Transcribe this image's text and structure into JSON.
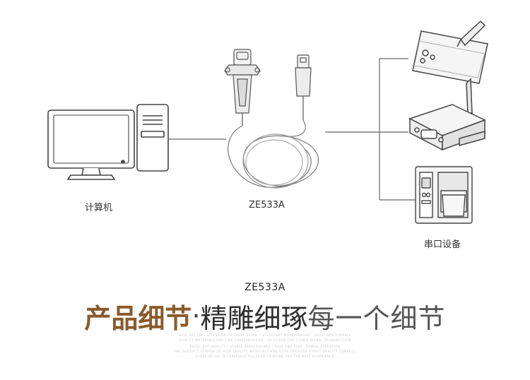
{
  "labels": {
    "computer": "计算机",
    "cable_model": "ZE533A",
    "serial_device": "串口设备"
  },
  "section": {
    "model": "ZE533A",
    "headline_part1": "产品细节",
    "headline_dot": "·",
    "headline_part2": "精雕细琢",
    "headline_part3": "每一个细节",
    "fine_print_lines": [
      "WITH ZE533A · ATTENTION TO EVERY DETAIL · EXCELLENT WORKMANSHIP · SOLID AND DURABLE",
      "QUALITY MATERIALS AND FINE CRAFTSMANSHIP · DESIGNED FOR STABLE SIGNAL TRANSMISSION",
      "EXCELLENT QUALITY · STABLE PERFORMANCE · PLUG AND PLAY · SIMPLE OPERATION",
      "THE PRODUCT IS MADE OF HIGH QUALITY MATERIALS AND GOES THROUGH STRICT QUALITY CONTROL",
      "EVERY DETAIL IS CAREFULLY POLISHED TO BRING YOU THE BEST EXPERIENCE"
    ]
  },
  "colors": {
    "accent_brown": "#8b5a2b",
    "line_gray": "#666666"
  },
  "icons": [
    "computer-icon",
    "usb-serial-cable-icon",
    "drawing-tablet-icon",
    "wireless-router-icon",
    "label-printer-icon"
  ]
}
